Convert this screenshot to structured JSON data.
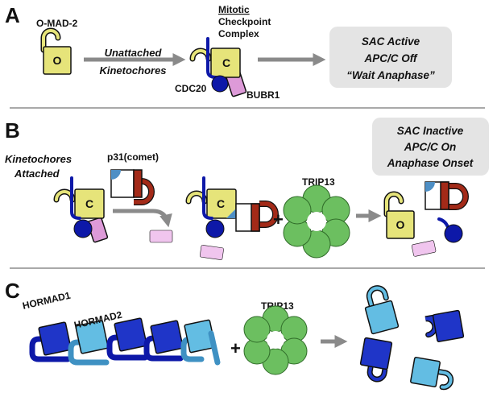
{
  "colors": {
    "mad2_fill": "#e6e47a",
    "dark_blue": "#0d18a8",
    "mid_blue": "#1f35c8",
    "light_blue": "#63bde3",
    "bubr1_pink": "#dd9ad8",
    "light_pink": "#f0c5ee",
    "p31_red": "#a32a18",
    "p31_corner": "#4e8fc5",
    "trip13_green": "#6cbf60",
    "arrow_gray": "#8a8a8a",
    "box_gray": "#e4e4e4",
    "divider": "#a9a9a9"
  },
  "panel_a": {
    "letter": "A",
    "o_mad2_label": "O-MAD-2",
    "o_letter": "O",
    "arrow_label_line1": "Unattached",
    "arrow_label_line2": "Kinetochores",
    "mcc_line1": "Mitotic",
    "mcc_line2": "Checkpoint",
    "mcc_line3": "Complex",
    "c_letter": "C",
    "cdc20_label": "CDC20",
    "bubr1_label": "BUBR1",
    "status_line1": "SAC Active",
    "status_line2": "APC/C Off",
    "status_line3": "“Wait Anaphase”"
  },
  "panel_b": {
    "letter": "B",
    "kinetochores_line1": "Kinetochores",
    "kinetochores_line2": "Attached",
    "p31_label": "p31(comet)",
    "c_letter_1": "C",
    "c_letter_2": "C",
    "plus": "+",
    "trip13_label": "TRIP13",
    "o_letter": "O",
    "status_line1": "SAC Inactive",
    "status_line2": "APC/C On",
    "status_line3": "Anaphase Onset"
  },
  "panel_c": {
    "letter": "C",
    "hormad1_label": "HORMAD1",
    "hormad2_label": "HORMAD2",
    "plus": "+",
    "trip13_label": "TRIP13"
  }
}
